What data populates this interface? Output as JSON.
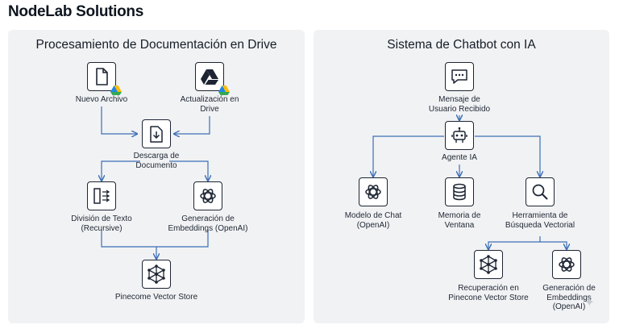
{
  "header": {
    "brand": "NodeLab Solutions"
  },
  "left_panel": {
    "title": "Procesamiento de Documentación en Drive",
    "nodes": {
      "new_file": {
        "label": "Nuevo Archivo",
        "icon": "file-icon"
      },
      "drive_update": {
        "label": "Actualización en\nDrive",
        "icon": "google-drive-icon"
      },
      "download": {
        "label": "Descarga de\nDocumento",
        "icon": "download-document-icon"
      },
      "text_split": {
        "label": "División de Texto\n(Recursive)",
        "icon": "text-split-icon"
      },
      "embeddings": {
        "label": "Generación de\nEmbeddings (OpenAI)",
        "icon": "openai-icon"
      },
      "vector_store": {
        "label": "Pinecome Vector Store",
        "icon": "pinecone-icon"
      }
    }
  },
  "right_panel": {
    "title": "Sistema de Chatbot con IA",
    "nodes": {
      "user_message": {
        "label": "Mensaje de\nUsuario Recibido",
        "icon": "chat-bubble-icon"
      },
      "agent": {
        "label": "Agente IA",
        "icon": "robot-icon"
      },
      "chat_model": {
        "label": "Modelo de Chat\n(OpenAI)",
        "icon": "openai-icon"
      },
      "memory": {
        "label": "Memoria de\nVentana",
        "icon": "database-icon"
      },
      "search_tool": {
        "label": "Herramienta de\nBúsqueda Vectorial",
        "icon": "search-icon"
      },
      "pinecone_retrieval": {
        "label": "Recuperación en\nPinecone Vector Store",
        "icon": "pinecone-icon"
      },
      "embeddings": {
        "label": "Generación de\nEmbeddings\n(OpenAI)",
        "icon": "openai-icon"
      }
    }
  },
  "colors": {
    "connector": "#3d6fb5",
    "node_border": "#1d2533",
    "panel_bg": "#f1f2f4"
  }
}
